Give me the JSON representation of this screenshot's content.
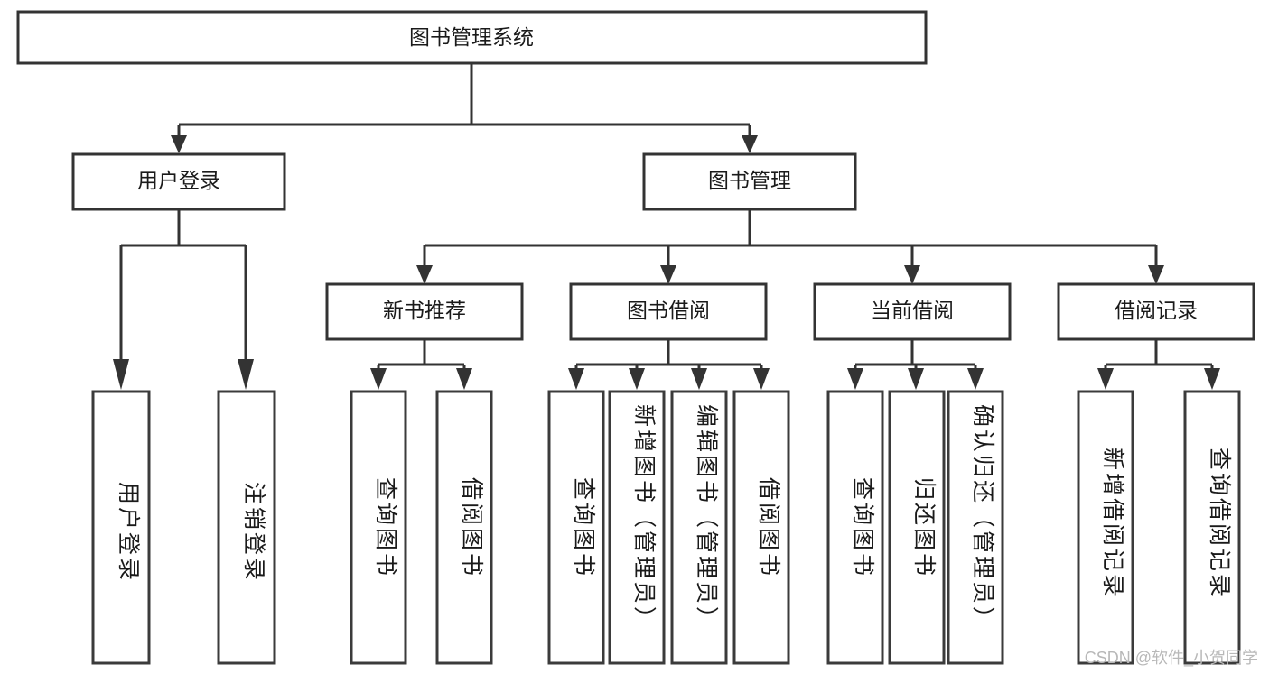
{
  "diagram": {
    "type": "tree-hierarchy-chart",
    "title": "图书管理系统",
    "root": {
      "id": "root",
      "label": "图书管理系统"
    },
    "level2": [
      {
        "id": "user-login",
        "label": "用户登录"
      },
      {
        "id": "book-management",
        "label": "图书管理"
      }
    ],
    "level3": [
      {
        "id": "new-book-recommend",
        "label": "新书推荐",
        "parent": "book-management"
      },
      {
        "id": "book-borrow",
        "label": "图书借阅",
        "parent": "book-management"
      },
      {
        "id": "current-borrow",
        "label": "当前借阅",
        "parent": "book-management"
      },
      {
        "id": "borrow-record",
        "label": "借阅记录",
        "parent": "book-management"
      }
    ],
    "leaves": {
      "user-login": [
        {
          "id": "leaf-user-login",
          "label": "用户登录"
        },
        {
          "id": "leaf-user-logout",
          "label": "注销登录"
        }
      ],
      "new-book-recommend": [
        {
          "id": "leaf-query-book-1",
          "label": "查询图书"
        },
        {
          "id": "leaf-borrow-book-1",
          "label": "借阅图书"
        }
      ],
      "book-borrow": [
        {
          "id": "leaf-query-book-2",
          "label": "查询图书"
        },
        {
          "id": "leaf-add-book",
          "label": "新增图书（管理员）"
        },
        {
          "id": "leaf-edit-book",
          "label": "编辑图书（管理员）"
        },
        {
          "id": "leaf-borrow-book-2",
          "label": "借阅图书"
        }
      ],
      "current-borrow": [
        {
          "id": "leaf-query-book-3",
          "label": "查询图书"
        },
        {
          "id": "leaf-return-book",
          "label": "归还图书"
        },
        {
          "id": "leaf-confirm-return",
          "label": "确认归还（管理员）"
        }
      ],
      "borrow-record": [
        {
          "id": "leaf-add-record",
          "label": "新增借阅记录"
        },
        {
          "id": "leaf-query-record",
          "label": "查询借阅记录"
        }
      ]
    }
  },
  "watermark": {
    "text": "CSDN @软件_小贺同学"
  },
  "colors": {
    "box_stroke": "#333333",
    "box_fill": "#ffffff",
    "connector": "#333333",
    "label_text": "#1a1a1a",
    "watermark_text": "#b8b8b8",
    "background": "#ffffff"
  }
}
